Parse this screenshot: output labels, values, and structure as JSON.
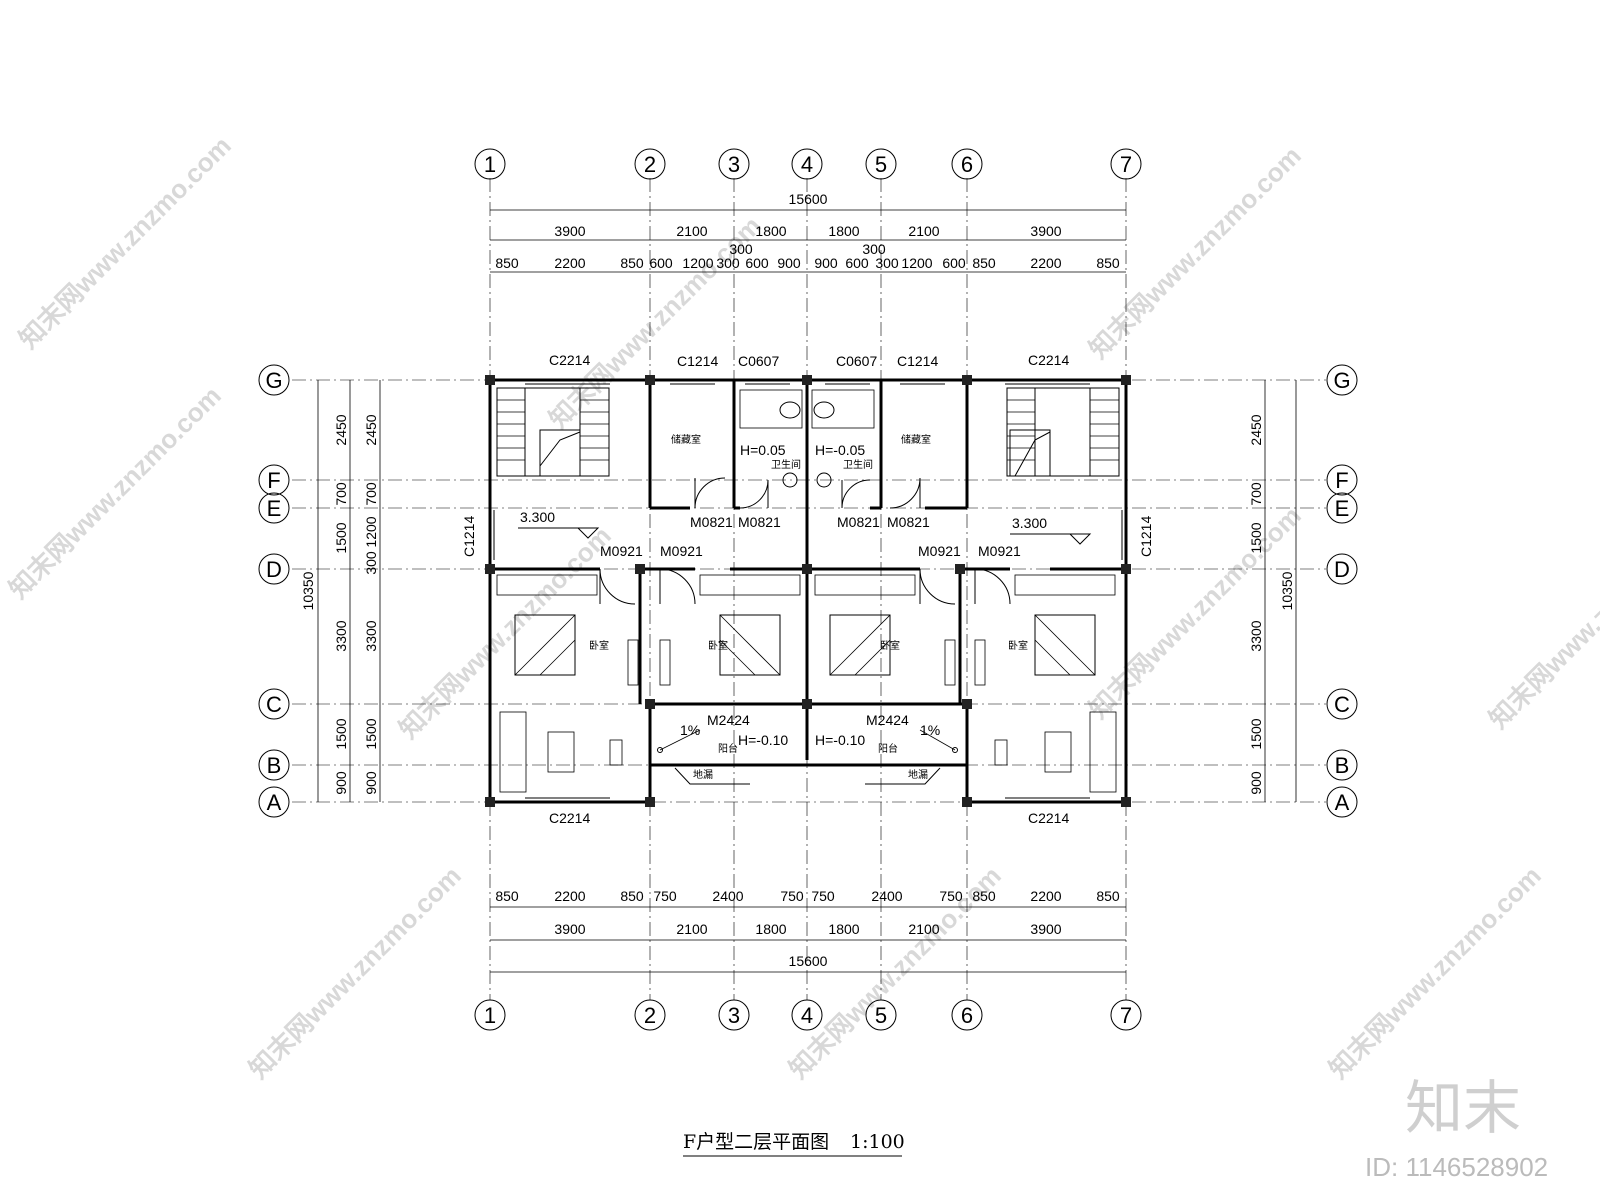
{
  "title": "F户型二层平面图",
  "scale": "1:100",
  "axes_top": [
    "1",
    "2",
    "3",
    "4",
    "5",
    "6",
    "7"
  ],
  "axes_side": [
    "G",
    "F",
    "E",
    "D",
    "C",
    "B",
    "A"
  ],
  "dims": {
    "total_width": "15600",
    "total_depth": "10350",
    "top_row1": [
      "3900",
      "2100",
      "1800",
      "1800",
      "2100",
      "3900"
    ],
    "top_row2": [
      "850",
      "2200",
      "850",
      "600",
      "1200",
      "300",
      "600",
      "900",
      "900",
      "600",
      "300",
      "1200",
      "600",
      "850",
      "2200",
      "850"
    ],
    "top_small_left": "300",
    "top_small_right": "300",
    "bottom_row2": [
      "850",
      "2200",
      "850",
      "750",
      "2400",
      "750",
      "750",
      "2400",
      "750",
      "850",
      "2200",
      "850"
    ],
    "bottom_row1": [
      "3900",
      "2100",
      "1800",
      "1800",
      "2100",
      "3900"
    ],
    "left_outer": [
      "2450",
      "700",
      "1500",
      "3300",
      "1500",
      "900"
    ],
    "left_inner": [
      "2450",
      "700",
      "1200",
      "300",
      "3300",
      "1500",
      "900"
    ],
    "right_inner": [
      "2450",
      "700",
      "1500",
      "3300",
      "1500",
      "900"
    ]
  },
  "labels": {
    "window_c2214": "C2214",
    "window_c1214": "C1214",
    "window_c0607": "C0607",
    "door_m0821": "M0821",
    "door_m0921": "M0921",
    "door_m2424": "M2424",
    "level_330": "3.300",
    "h_minus_005": "H=-0.05",
    "h_plus_005": "H=0.05",
    "h_minus_010": "H=-0.10",
    "slope": "1%",
    "storage": "储藏室",
    "bathroom": "卫生间",
    "bedroom": "卧室",
    "balcony": "阳台",
    "floor_drain": "地漏"
  },
  "watermark": "知末网www.znzmo.com",
  "logo": "知末",
  "id_text": "ID: 1146528902"
}
